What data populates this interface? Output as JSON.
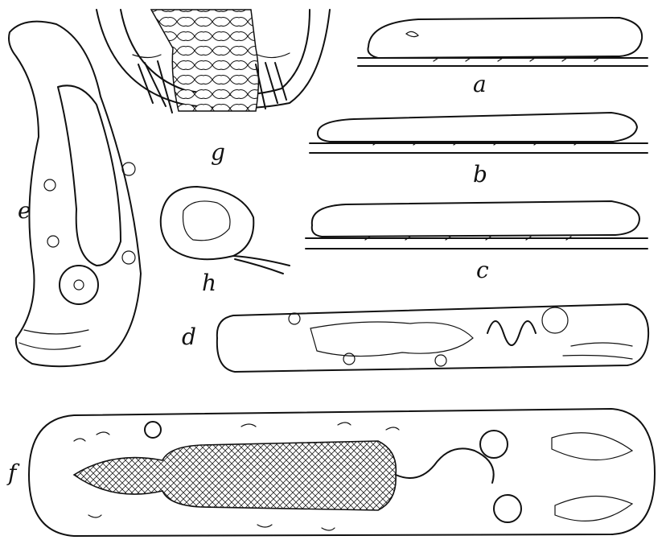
{
  "figure_labels": {
    "a": "a",
    "b": "b",
    "c": "c",
    "d": "d",
    "e": "e",
    "f": "f",
    "g": "g",
    "h": "h"
  }
}
